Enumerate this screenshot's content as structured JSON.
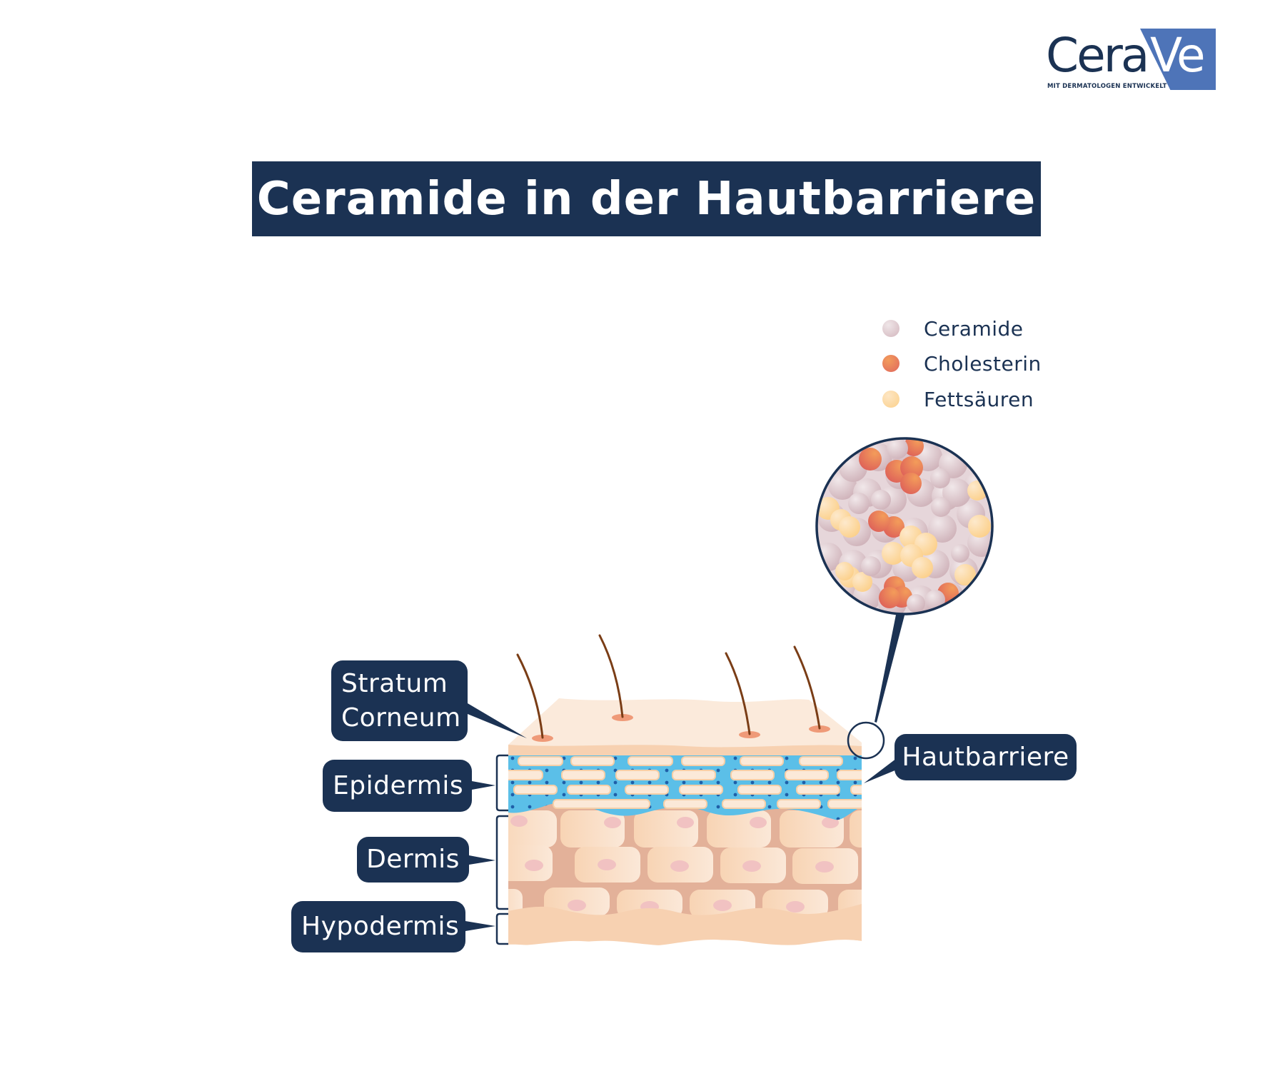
{
  "logo": {
    "brand_left": "Cera",
    "brand_right": "Ve",
    "tagline": "MIT DERMATOLOGEN ENTWICKELT",
    "colors": {
      "navy": "#1b3253",
      "blue": "#4e74b8"
    }
  },
  "title": "Ceramide in der Hautbarriere",
  "legend": [
    {
      "label": "Ceramide",
      "icon": "light-pink-dot",
      "color": "#e2ccd2"
    },
    {
      "label": "Cholesterin",
      "icon": "orange-dot",
      "color": "#e9775a"
    },
    {
      "label": "Fettsäuren",
      "icon": "yellow-dot",
      "color": "#fdd89a"
    }
  ],
  "labels": {
    "stratum_corneum_line1": "Stratum",
    "stratum_corneum_line2": "Corneum",
    "epidermis": "Epidermis",
    "dermis": "Dermis",
    "hypodermis": "Hypodermis",
    "hautbarriere": "Hautbarriere"
  },
  "colors": {
    "navy": "#1b3253",
    "skin_top": "#fbeadb",
    "skin_band": "#f7d1b1",
    "barrier_blue": "#5bbfe8",
    "barrier_dot": "#1f5fa8",
    "brick": "#fbe9d8",
    "cell": "#f9dcc0",
    "mortar": "#e3b199",
    "nucleus": "#f1c2c2",
    "hair": "#7a3d16",
    "follicle": "#ef9a78"
  }
}
